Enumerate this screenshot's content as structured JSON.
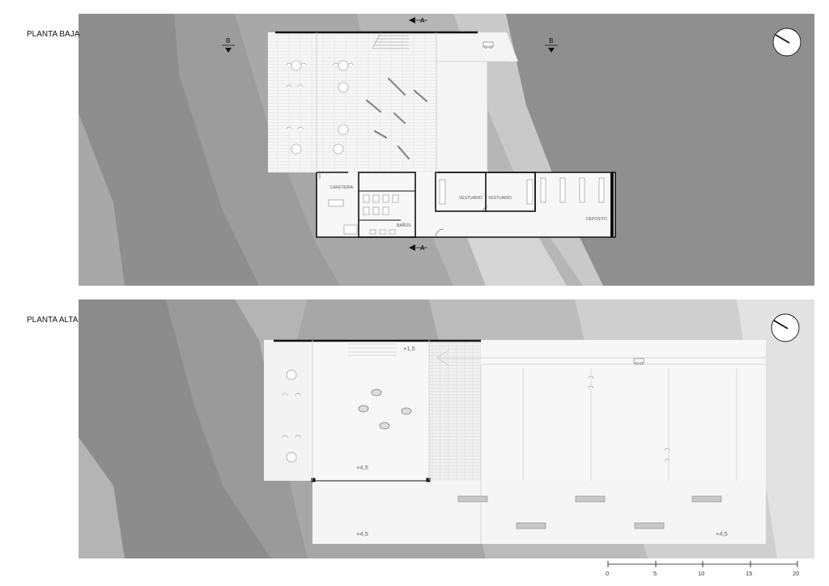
{
  "sheet": {
    "floors": [
      {
        "name": "PLANTA BAJA",
        "rooms": [
          "CAFETERIA",
          "BAÑOS",
          "VESTUARIO",
          "VESTUARIO",
          "DEPOSITO"
        ],
        "section_marks": [
          "A",
          "A",
          "B",
          "B"
        ]
      },
      {
        "name": "PLANTA ALTA",
        "levels": [
          "+1,5",
          "+4,5",
          "+4,5",
          "+4,5"
        ]
      }
    ],
    "scale_bar": {
      "ticks": [
        "0",
        "5",
        "10",
        "15",
        "20"
      ]
    }
  },
  "colors": {
    "terrain_dark": "#8f8f8f",
    "terrain_mid": "#a6a6a6",
    "terrain_light": "#c4c4c4",
    "terrain_pale": "#dcdcdc",
    "floor_tint": "#f1f1f1",
    "wall": "#111111"
  }
}
